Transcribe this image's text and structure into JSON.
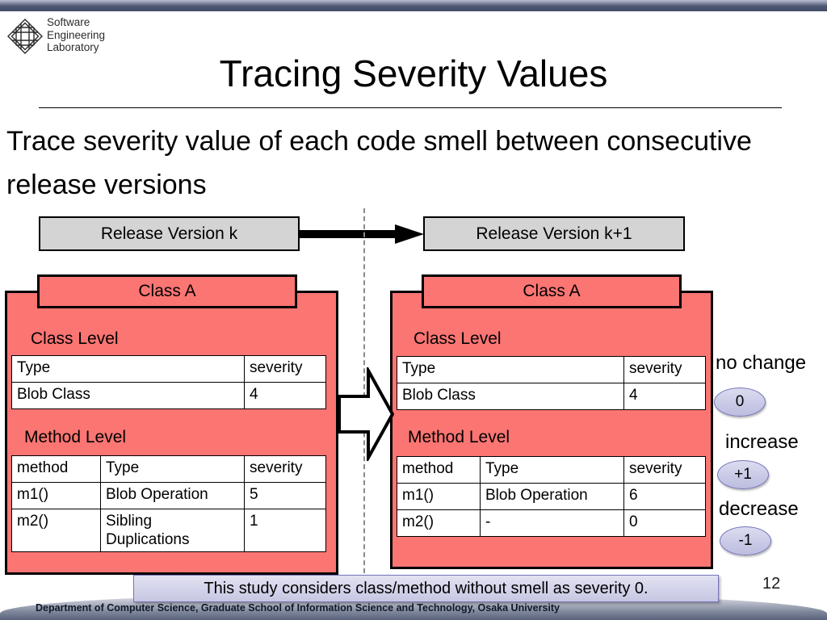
{
  "slide": {
    "title": "Tracing Severity Values",
    "lead": "Trace severity value of each code smell between consecutive release versions",
    "page_number": "12",
    "footer": "Department of Computer Science, Graduate School of Information Science and Technology, Osaka University"
  },
  "logo": {
    "line1": "Software",
    "line2": "Engineering",
    "line3": "Laboratory",
    "icon": "sel-diamond-grid-icon"
  },
  "versions": {
    "left": "Release Version k",
    "right": "Release Version k+1",
    "arrow_icon": "right-arrow-icon"
  },
  "cards": [
    {
      "id": "left",
      "title": "Class A",
      "class_level_label": "Class Level",
      "method_level_label": "Method Level",
      "class_table": {
        "headers": [
          "Type",
          "severity"
        ],
        "rows": [
          [
            "Blob Class",
            "4"
          ]
        ]
      },
      "method_table": {
        "headers": [
          "method",
          "Type",
          "severity"
        ],
        "rows": [
          [
            "m1()",
            "Blob Operation",
            "5"
          ],
          [
            "m2()",
            "Sibling Duplications",
            "1"
          ]
        ]
      }
    },
    {
      "id": "right",
      "title": "Class A",
      "class_level_label": "Class Level",
      "method_level_label": "Method Level",
      "class_table": {
        "headers": [
          "Type",
          "severity"
        ],
        "rows": [
          [
            "Blob Class",
            "4"
          ]
        ]
      },
      "method_table": {
        "headers": [
          "method",
          "Type",
          "severity"
        ],
        "rows": [
          [
            "m1()",
            "Blob Operation",
            "6"
          ],
          [
            "m2()",
            "-",
            "0"
          ]
        ]
      }
    }
  ],
  "transition_arrow_icon": "block-right-arrow-icon",
  "legend": [
    {
      "label": "no change",
      "value": "0"
    },
    {
      "label": "increase",
      "value": "+1"
    },
    {
      "label": "decrease",
      "value": "-1"
    }
  ],
  "note": "This study considers class/method without smell as severity 0.",
  "colors": {
    "card_fill": "#fb7573",
    "version_fill": "#d4d4d4",
    "oval_fill": "#c8c8e6",
    "oval_border": "#7575bb",
    "top_bar": "#434c66"
  }
}
